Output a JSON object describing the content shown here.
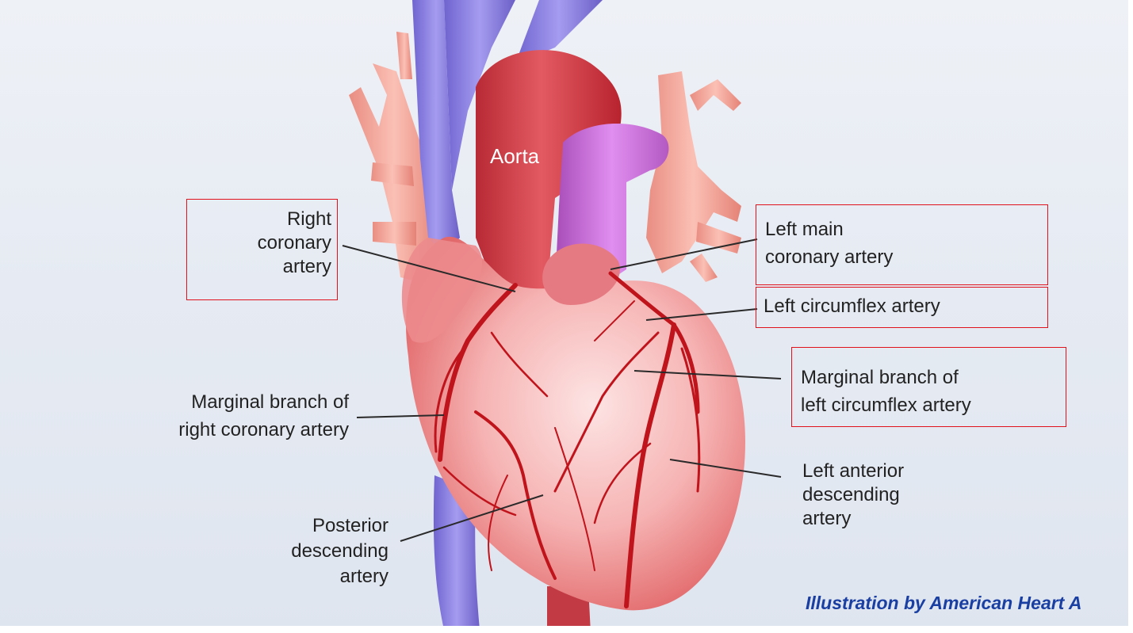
{
  "labels": {
    "aorta": "Aorta",
    "right_coronary": "Right\ncoronary\nartery",
    "left_main": "Left main\ncoronary artery",
    "left_circumflex": "Left circumflex artery",
    "marginal_left": "Marginal branch of\nleft circumflex artery",
    "marginal_right": "Marginal branch of\nright coronary artery",
    "left_anterior": "Left anterior\ndescending\nartery",
    "posterior": "Posterior\ndescending\nartery"
  },
  "credit": "Illustration by American Heart A",
  "colors": {
    "highlight_box": "#e0121b",
    "label_text": "#222222",
    "credit_text": "#1a3fa3",
    "heart": "#f39a9a",
    "aorta": "#d9414a",
    "vein": "#8f86e0",
    "pulmonary": "#c96bd6",
    "vessels": "#c0141c"
  }
}
